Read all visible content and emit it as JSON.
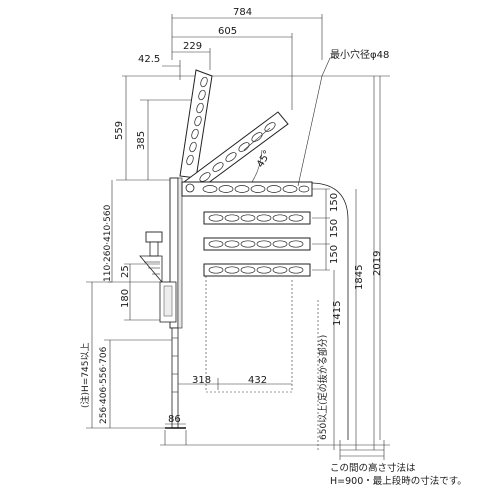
{
  "dimensions": {
    "total_width": "784",
    "width_605": "605",
    "width_229": "229",
    "width_42_5": "42.5",
    "height_559": "559",
    "height_385": "385",
    "arm_pitch_1": "150",
    "arm_pitch_2": "150",
    "arm_pitch_3": "150",
    "height_1845": "1845",
    "height_2019": "2019",
    "height_1415": "1415",
    "bracket_range": "110·260·410·560",
    "height_25": "25",
    "height_180": "180",
    "post_range": "256·406·556·706",
    "post_note": "(注)H=745以上",
    "leg_note": "650以上(足の抜かる部分)",
    "width_318": "318",
    "width_432": "432",
    "width_86": "86",
    "angle": "45°"
  },
  "labels": {
    "min_hole": "最小穴径φ48"
  },
  "note": {
    "line1": "この間の高さ寸法は",
    "line2": "H=900・最上段時の寸法です。"
  }
}
